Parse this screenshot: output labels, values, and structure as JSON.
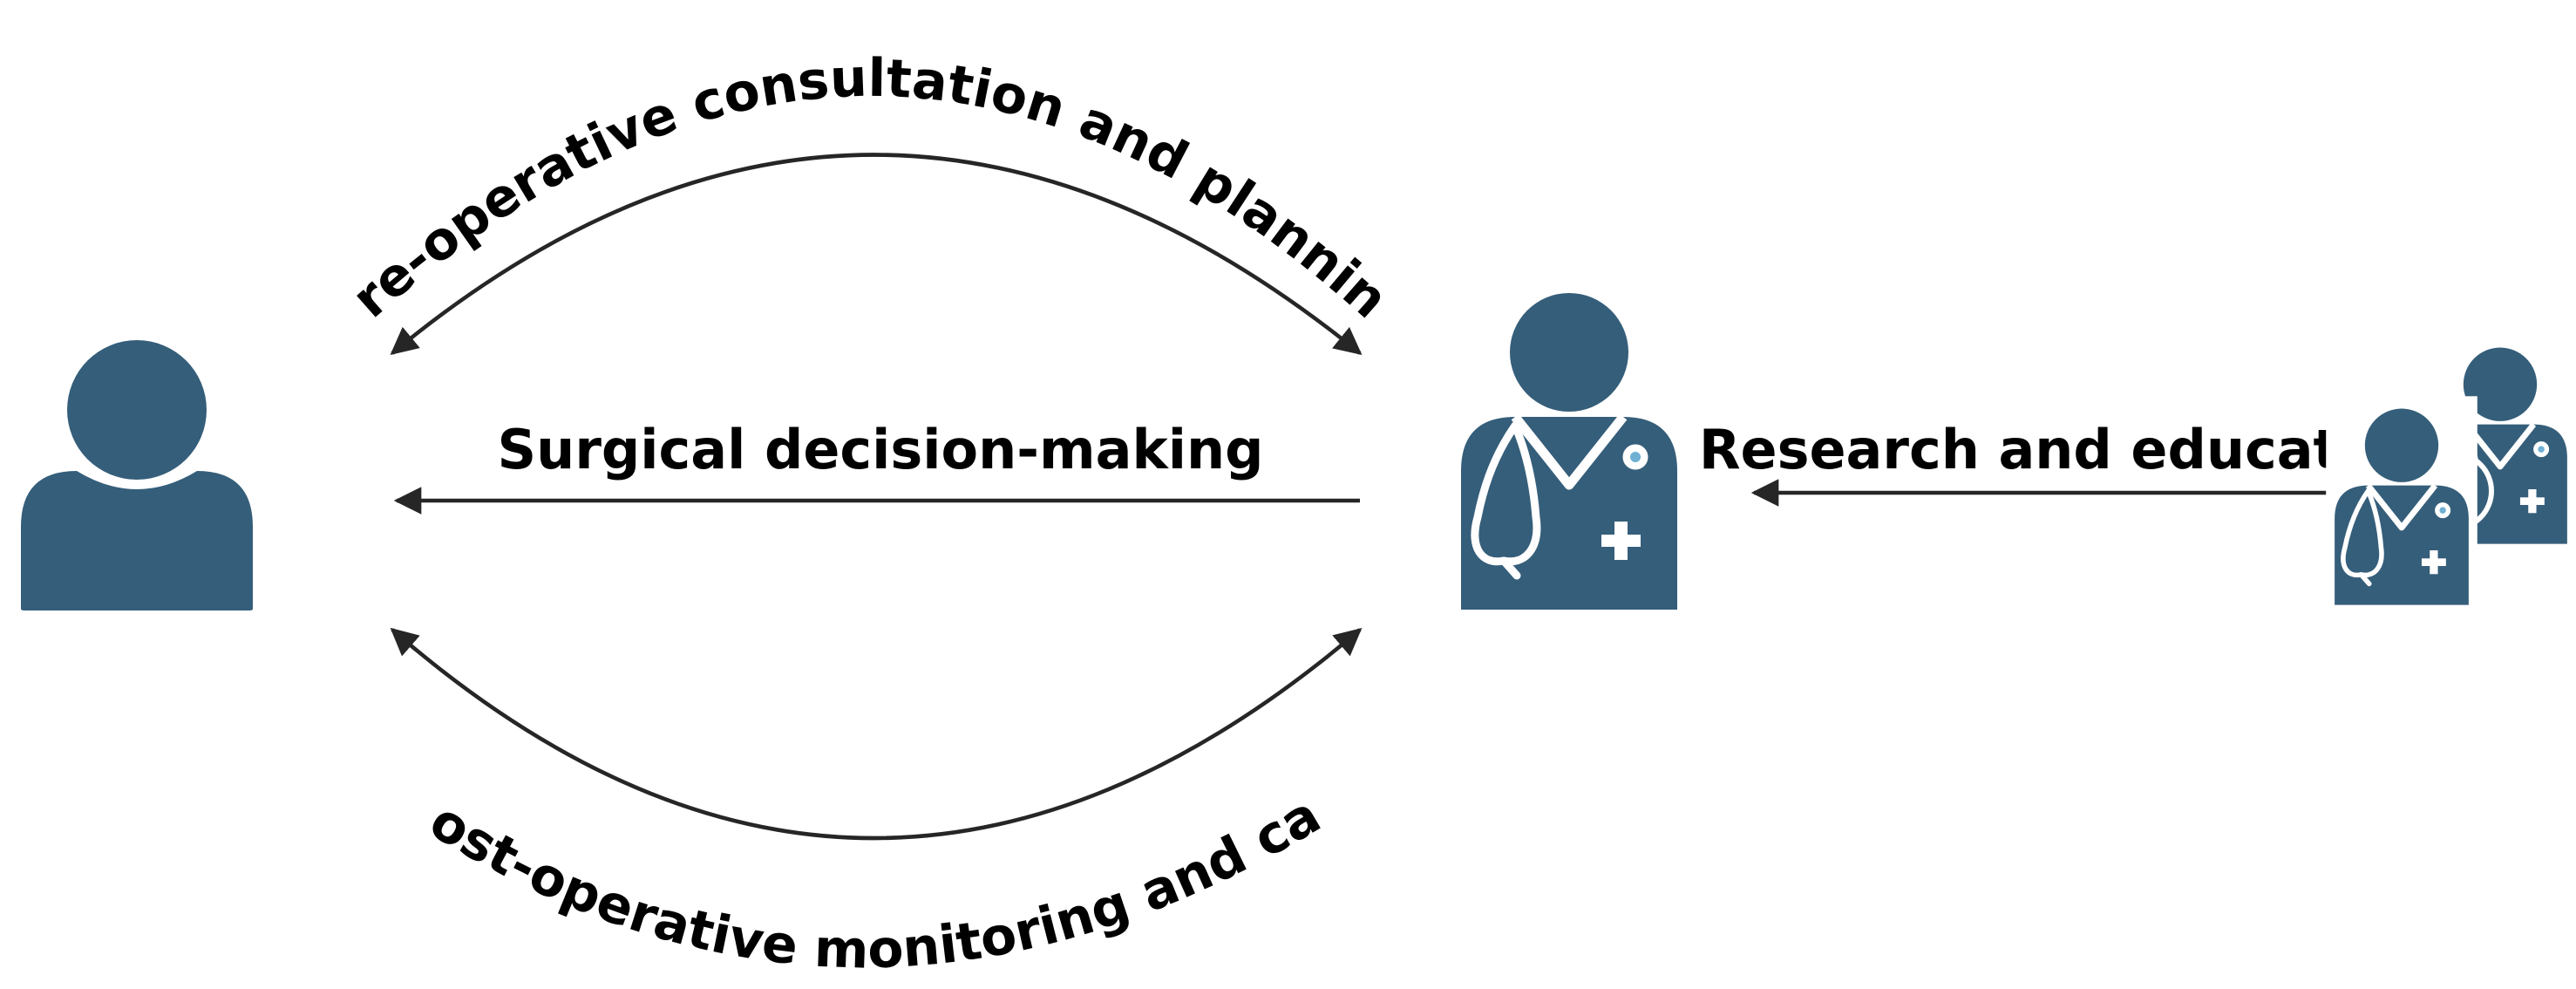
{
  "labels": {
    "pre_operative": "Pre-operative consultation and planning",
    "surgical": "Surgical decision-making",
    "post_operative": "Post-operative monitoring and care",
    "research": "Research and education"
  },
  "icons": {
    "patient": "person-icon",
    "surgeon": "doctor-icon",
    "colleagues": "doctor-group-icon"
  },
  "colors": {
    "icon": "#355e7a",
    "arrow": "#262626",
    "text": "#000000"
  }
}
